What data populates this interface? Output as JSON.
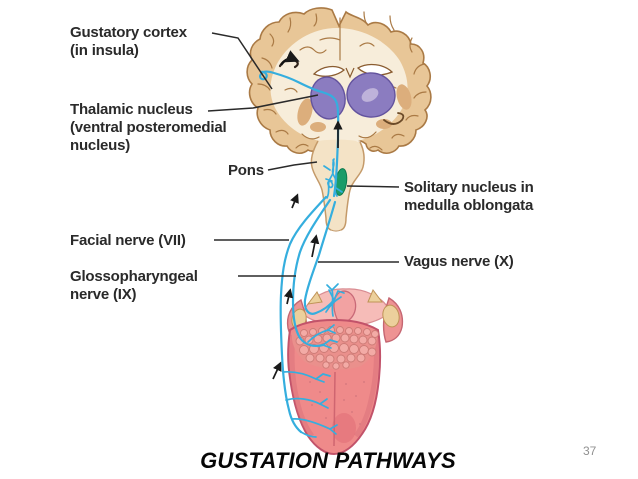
{
  "slide": {
    "title": "GUSTATION PATHWAYS",
    "page_number": "37"
  },
  "diagram": {
    "labels": {
      "gustatory_cortex": {
        "line1": "Gustatory cortex",
        "line2": "(in insula)"
      },
      "thalamic_nucleus": {
        "line1": "Thalamic nucleus",
        "line2": "(ventral posteromedial",
        "line3": "nucleus)"
      },
      "pons": {
        "text": "Pons"
      },
      "solitary_nucleus": {
        "line1": "Solitary nucleus in",
        "line2": "medulla oblongata"
      },
      "facial_nerve": {
        "text": "Facial nerve (VII)"
      },
      "glossopharyngeal_nerve": {
        "line1": "Glossopharyngeal",
        "line2": "nerve (IX)"
      },
      "vagus_nerve": {
        "text": "Vagus nerve (X)"
      }
    },
    "colors": {
      "nerve_pathway": "#35aede",
      "solitary_nucleus_green": "#1b9c68",
      "solitary_nucleus_edge": "#0d7a4e",
      "thalamus_purple": "#8b7cc0",
      "thalamus_edge": "#63539e",
      "cortex_tan": "#e8c697",
      "cortex_inner": "#f7edda",
      "cortex_outline": "#aa7a45",
      "brainstem_tan": "#f4e3c6",
      "tongue_pink": "#ef8a8a",
      "tongue_outline": "#c2536a",
      "tonsil_tan": "#ecd09c",
      "label_text": "#2a2a2a",
      "page_number_gray": "#909090"
    }
  }
}
